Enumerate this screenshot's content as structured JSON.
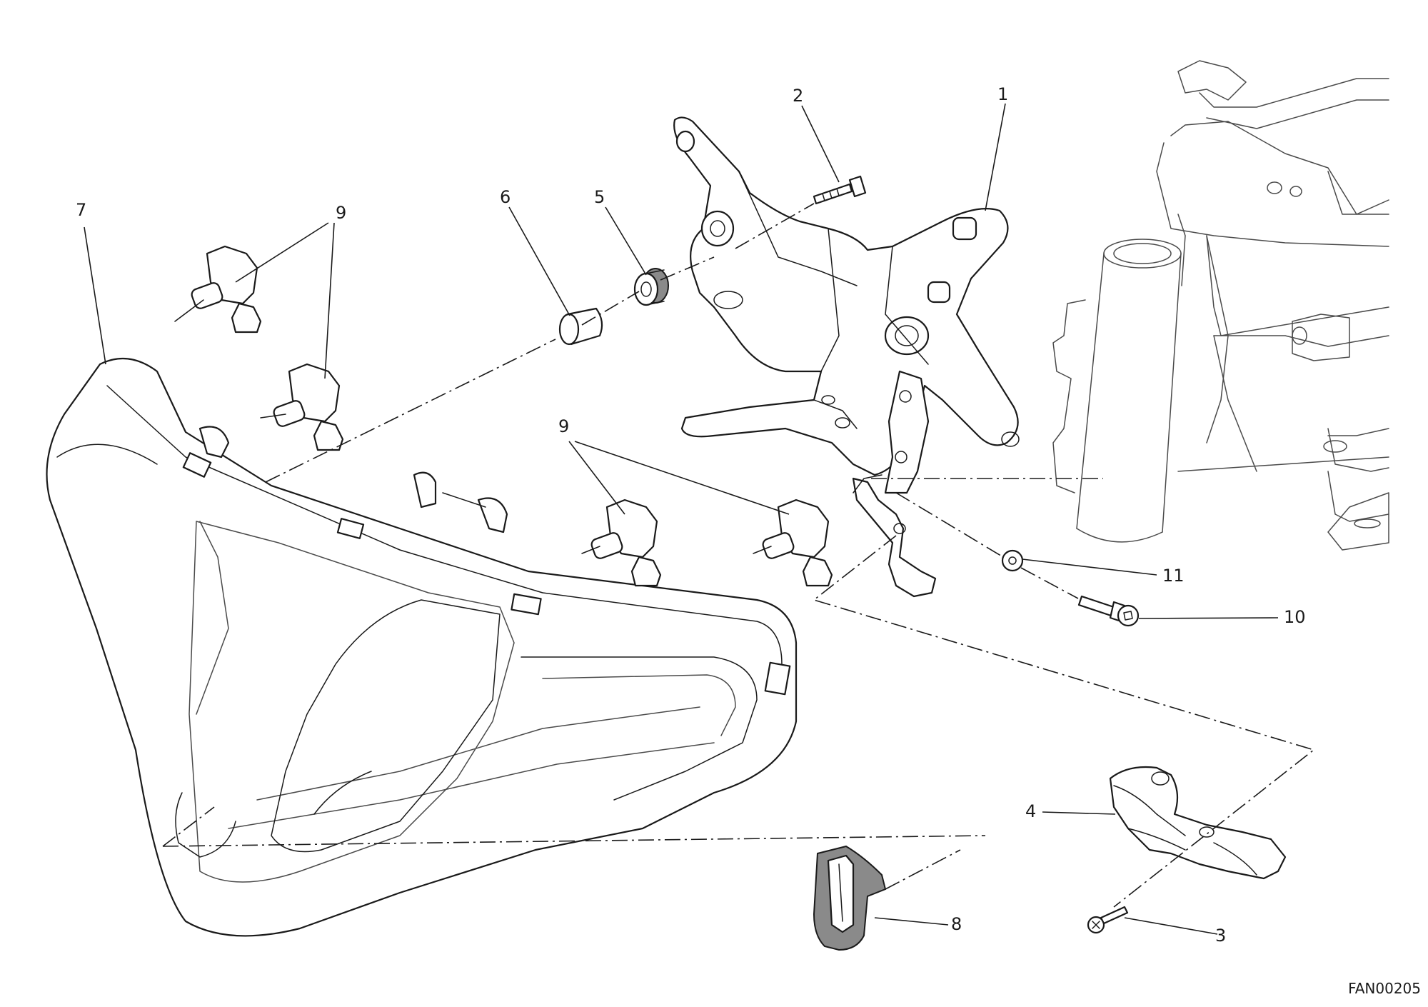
{
  "callouts": {
    "c1": "1",
    "c2": "2",
    "c3": "3",
    "c4": "4",
    "c5": "5",
    "c6": "6",
    "c7": "7",
    "c8": "8",
    "c9a": "9",
    "c9b": "9",
    "c10": "10",
    "c11": "11"
  },
  "drawing_code": "FAN00205"
}
